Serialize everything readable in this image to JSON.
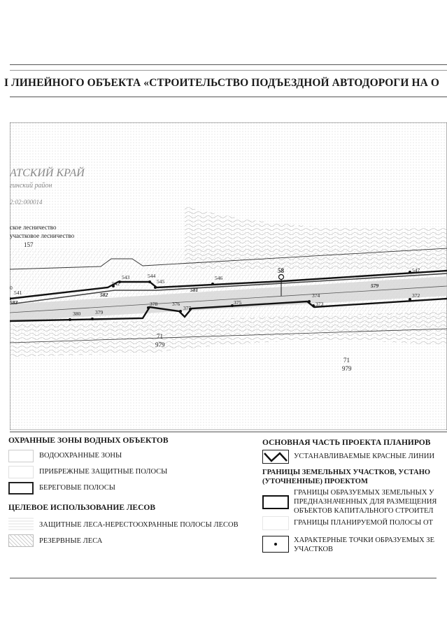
{
  "title": "I ЛИНЕЙНОГО ОБЪЕКТА «СТРОИТЕЛЬСТВО ПОДЪЕЗДНОЙ АВТОДОРОГИ НА О",
  "map": {
    "region": "АТСКИЙ КРАЙ",
    "district": "гинский район",
    "cadastral": "2:02:000014",
    "forestry_1": "ское лесничество",
    "forestry_2": "участковое лесничество",
    "quarter": "157",
    "labels": {
      "p0": "0",
      "p541": "541",
      "p583": "583",
      "p582": "582",
      "p543": "543",
      "p542": "542",
      "p544": "544",
      "p545": "545",
      "p581": "581",
      "p546": "546",
      "p58": "58",
      "p579": "579",
      "p547": "547",
      "p380": "380",
      "p379": "379",
      "p378": "378",
      "p376": "376",
      "p377": "377",
      "p375": "375",
      "p374": "374",
      "p373": "373",
      "p372": "372",
      "q71a": "71",
      "q979a": "979",
      "q71b": "71",
      "q979b": "979"
    }
  },
  "legend": {
    "water": {
      "heading": "ОХРАННЫЕ ЗОНЫ ВОДНЫХ ОБЪЕКТОВ",
      "items": [
        "ВОДООХРАННЫЕ ЗОНЫ",
        "ПРИБРЕЖНЫЕ ЗАЩИТНЫЕ ПОЛОСЫ",
        "БЕРЕГОВЫЕ ПОЛОСЫ"
      ]
    },
    "forest": {
      "heading": "ЦЕЛЕВОЕ ИСПОЛЬЗОВАНИЕ ЛЕСОВ",
      "items": [
        "ЗАЩИТНЫЕ ЛЕСА-НЕРЕСТООХРАННЫЕ ПОЛОСЫ ЛЕСОВ",
        "РЕЗЕРВНЫЕ ЛЕСА"
      ]
    },
    "plan": {
      "heading": "ОСНОВНАЯ ЧАСТЬ ПРОЕКТА ПЛАНИРОВ",
      "red_lines": "УСТАНАВЛИВАЕМЫЕ КРАСНЫЕ ЛИНИИ",
      "sub_heading_1": "ГРАНИЦЫ ЗЕМЕЛЬНЫХ УЧАСТКОВ, УСТАНО",
      "sub_heading_2": "(УТОЧНЕННЫЕ) ПРОЕКТОМ",
      "formed_1": "ГРАНИЦЫ ОБРАЗУЕМЫХ ЗЕМЕЛЬНЫХ У",
      "formed_2": "ПРЕДНАЗНАЧЕННЫХ ДЛЯ РАЗМЕЩЕНИЯ",
      "formed_3": "ОБЪЕКТОВ КАПИТАЛЬНОГО СТРОИТЕЛ",
      "strip": "ГРАНИЦЫ ПЛАНИРУЕМОЙ ПОЛОСЫ ОТ",
      "points_1": "ХАРАКТЕРНЫЕ ТОЧКИ ОБРАЗУЕМЫХ ЗЕ",
      "points_2": "УЧАСТКОВ"
    }
  }
}
